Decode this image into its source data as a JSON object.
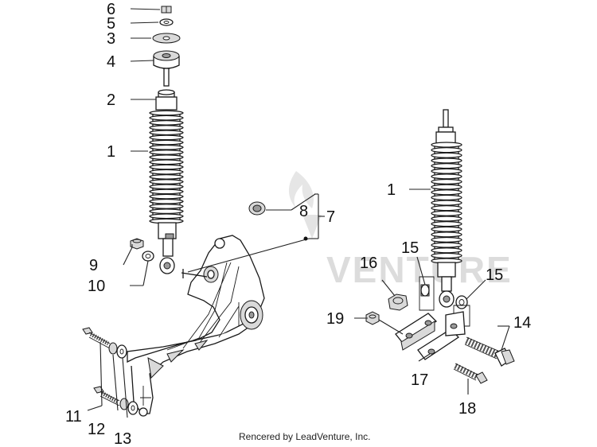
{
  "callouts": {
    "c6": "6",
    "c5": "5",
    "c3": "3",
    "c4": "4",
    "c2": "2",
    "c1_left": "1",
    "c8": "8",
    "c7": "7",
    "c9": "9",
    "c10": "10",
    "c1_right": "1",
    "c15_left": "15",
    "c16": "16",
    "c15_right": "15",
    "c19": "19",
    "c14": "14",
    "c17": "17",
    "c18": "18",
    "c11": "11",
    "c12": "12",
    "c13": "13"
  },
  "watermark": "VENTURE",
  "footer": "Rencered by LeadVenture, Inc."
}
